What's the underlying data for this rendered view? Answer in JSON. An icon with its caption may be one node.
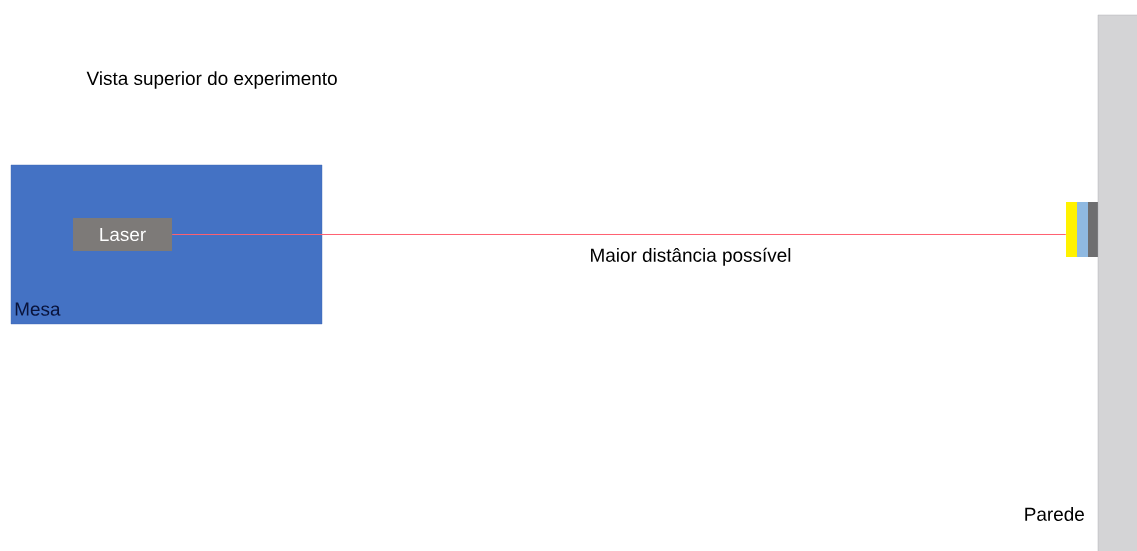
{
  "diagram": {
    "title": "Vista superior do experimento",
    "nodes": [
      {
        "text": [
          "Mesa"
        ]
      },
      {
        "text": [
          "Laser"
        ],
        "in": 0
      },
      {
        "text": [],
        "shape": "box"
      },
      {
        "text": [
          "Parede"
        ]
      }
    ],
    "edges": [
      {
        "from": 1,
        "to": 2,
        "arrow": "none",
        "color": "#ff6070",
        "label": "Maior distância possível"
      }
    ]
  }
}
